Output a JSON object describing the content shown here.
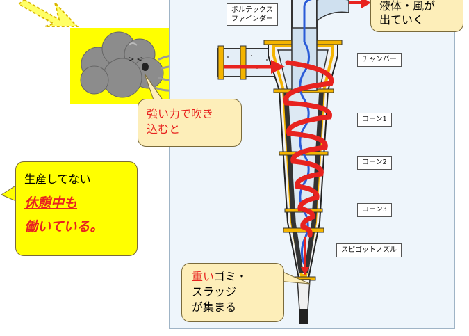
{
  "labels": {
    "vortex_finder": [
      "ボルテックス",
      "ファインダー"
    ],
    "chamber": "チャンバー",
    "cone1": "コーン1",
    "cone2": "コーン2",
    "cone3": "コーン3",
    "spigot_nozzle": "スピゴットノズル"
  },
  "callouts": {
    "top_right": [
      "液体・風が",
      "出ていく"
    ],
    "blow": [
      "強い力で吹き",
      "込むと"
    ],
    "idle": {
      "line1": "生産してない",
      "line2": "休憩中も",
      "line3": "働いている。"
    },
    "heavy": {
      "line1_red": "重い",
      "line1_rest": "ゴミ・",
      "line2": "スラッジ",
      "line3": "が集まる"
    }
  },
  "colors": {
    "panel_yellow": "#ffff00",
    "callout_pale": "#fdeeb9",
    "flow_red": "#e8231f",
    "flow_blue": "#2a5bd7",
    "diagram_bg": "#eef5fb"
  }
}
